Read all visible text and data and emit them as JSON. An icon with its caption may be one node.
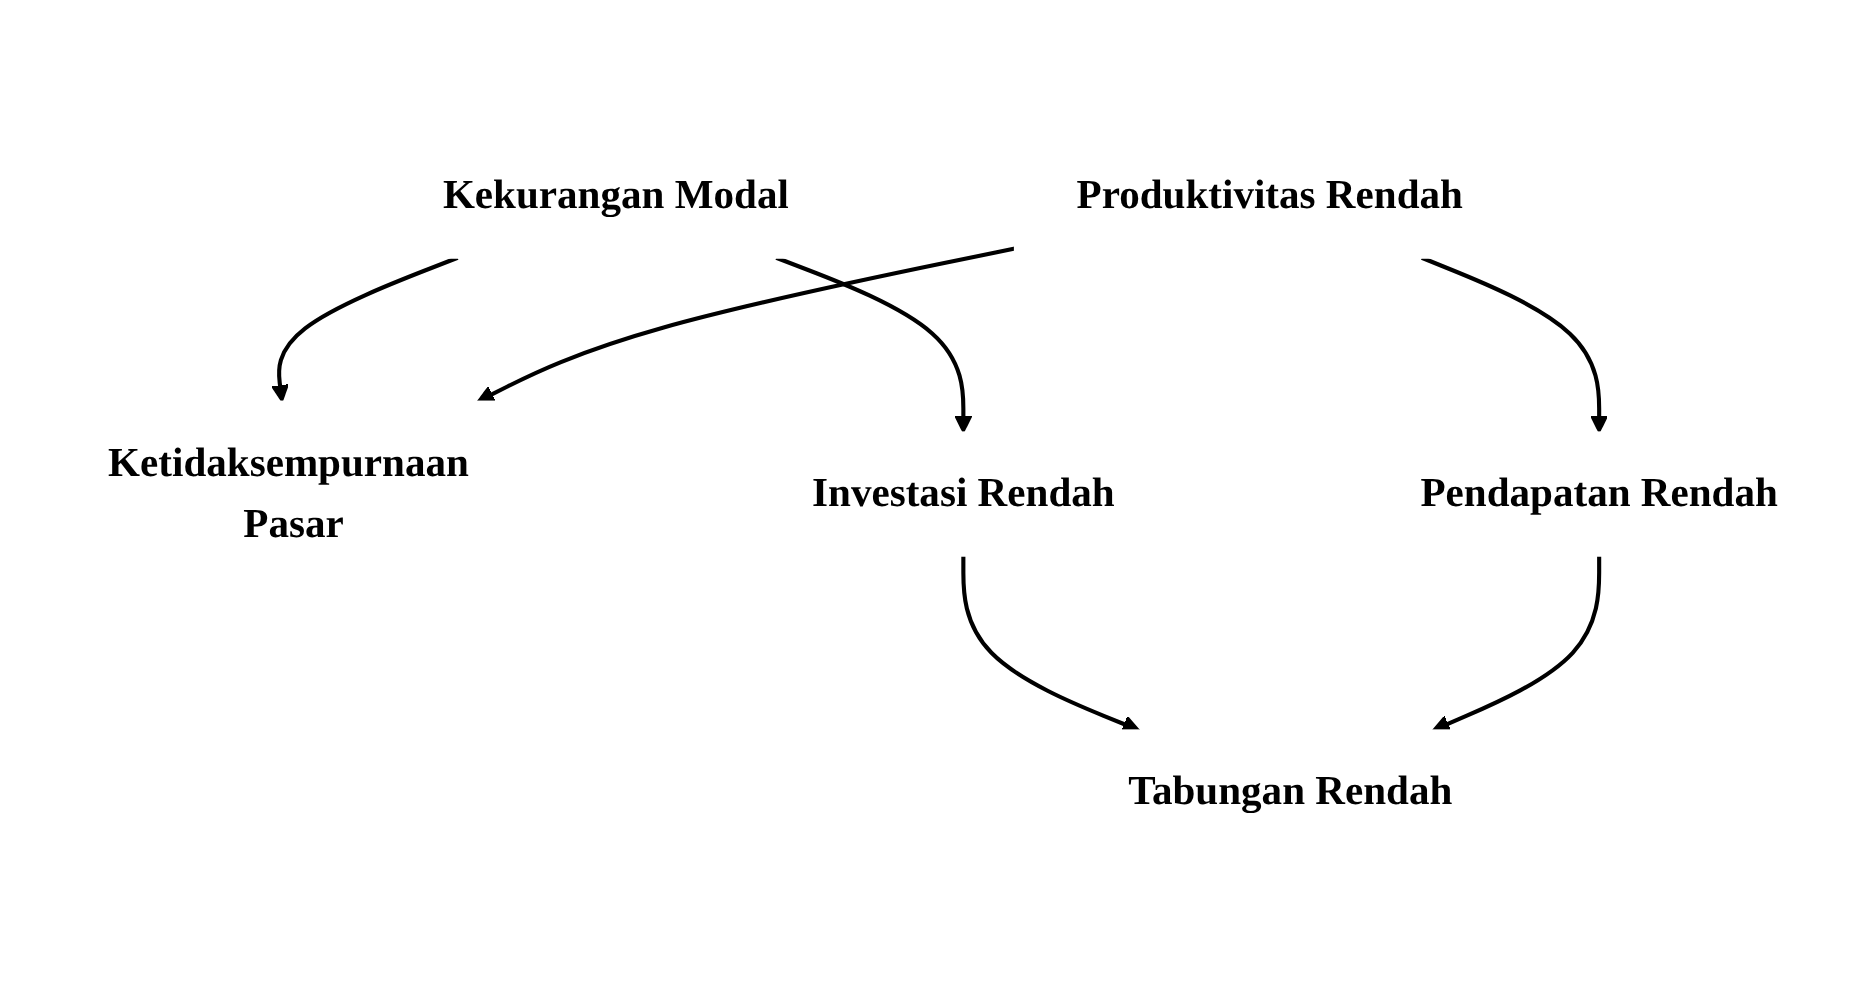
{
  "diagram": {
    "nodes": [
      {
        "text": [
          "Ketidaksempurnaan Pasar"
        ]
      },
      {
        "text": [
          "Kekurangan Modal"
        ]
      },
      {
        "text": [
          "Produktivitas Rendah"
        ]
      },
      {
        "text": [
          "Investasi Rendah"
        ]
      },
      {
        "text": [
          "Pendapatan Rendah"
        ]
      },
      {
        "text": [
          "Tabungan Rendah"
        ]
      }
    ],
    "edges": [
      {
        "from": 1,
        "to": 0,
        "arrow": "to"
      },
      {
        "from": 2,
        "to": 0,
        "arrow": "to"
      },
      {
        "from": 1,
        "to": 3,
        "arrow": "to"
      },
      {
        "from": 2,
        "to": 4,
        "arrow": "to"
      },
      {
        "from": 3,
        "to": 5,
        "arrow": "to"
      },
      {
        "from": 4,
        "to": 5,
        "arrow": "to"
      }
    ]
  }
}
